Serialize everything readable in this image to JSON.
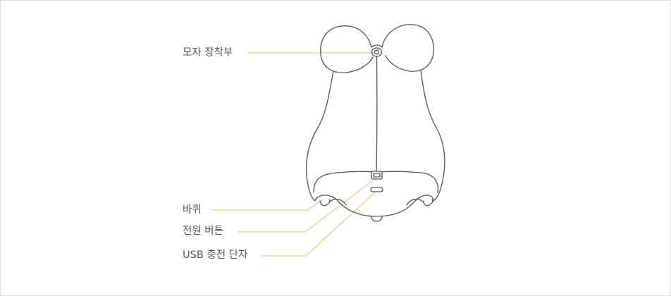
{
  "labels": {
    "hat_mount": "모자 장착부",
    "wheel": "바퀴",
    "power_button": "전원 버튼",
    "usb_port": "USB 충전 단자"
  },
  "colors": {
    "outline": "#555555",
    "leader": "#f3c57f",
    "border": "#dcdcdc",
    "text": "#555555"
  }
}
